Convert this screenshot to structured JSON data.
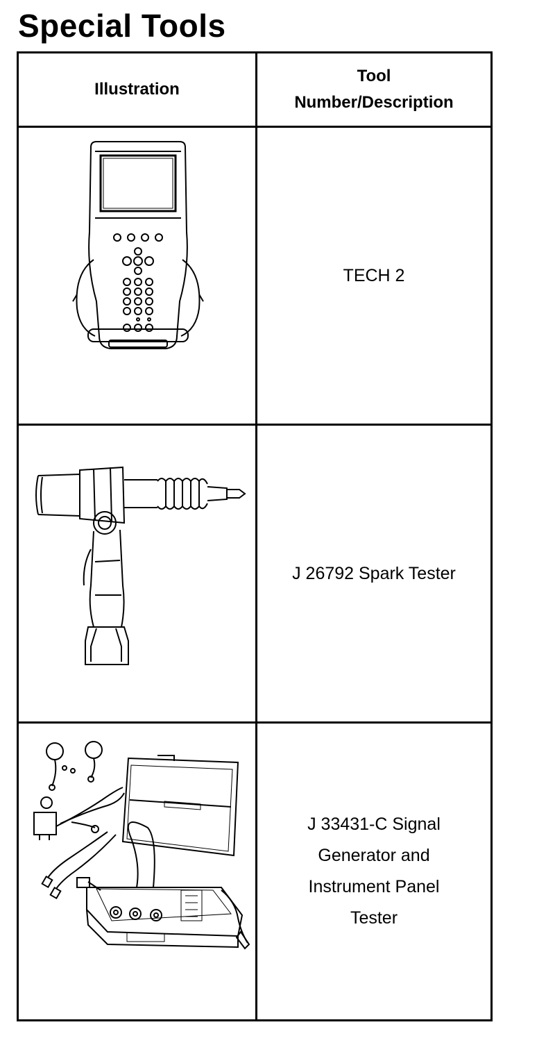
{
  "page": {
    "title": "Special Tools"
  },
  "table": {
    "headers": {
      "illustration": "Illustration",
      "tool": "Tool Number/Description"
    },
    "rows": [
      {
        "illustration_icon": "scan-tool-icon",
        "description": "TECH 2"
      },
      {
        "illustration_icon": "spark-tester-icon",
        "description": "J 26792 Spark Tester"
      },
      {
        "illustration_icon": "signal-generator-kit-icon",
        "description": "J 33431-C Signal Generator and Instrument Panel Tester"
      }
    ]
  }
}
